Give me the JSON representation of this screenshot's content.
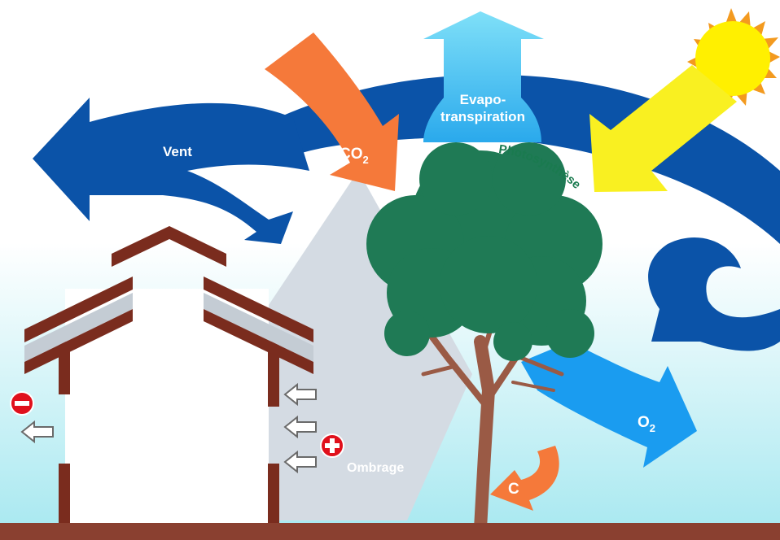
{
  "labels": {
    "vent": "Vent",
    "co2_main": "CO",
    "co2_sub": "2",
    "evapo_line1": "Evapo-",
    "evapo_line2": "transpiration",
    "photosynthese": "Photosynthèse",
    "o2_main": "O",
    "o2_sub": "2",
    "carbon": "C",
    "ombrage": "Ombrage",
    "minus": "−",
    "plus": "+"
  },
  "colors": {
    "sky_gradient_top": "#ffffff",
    "sky_gradient_bottom": "#9fe6ef",
    "wind_blue": "#0b53a8",
    "co2_orange": "#f5793a",
    "evapo_cyan": "#49c6f2",
    "sun_yellow": "#fff000",
    "sun_orange": "#f39a1f",
    "o2_blue": "#1a9cf0",
    "tree_green": "#1f7a55",
    "trunk_brown": "#9a5a45",
    "house_brown": "#7a2c1e",
    "ground_brown": "#8a4030",
    "shade_gray": "#d3dbe2",
    "indicator_red": "#e0101c"
  },
  "icons": [
    "sun-icon",
    "minus-icon",
    "plus-icon",
    "heat-arrow-icon"
  ]
}
